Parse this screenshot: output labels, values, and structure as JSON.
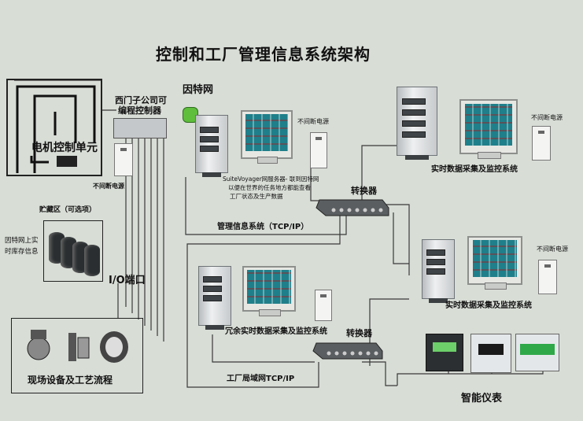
{
  "title": "控制和工厂管理信息系统架构",
  "labels": {
    "motor_unit": "电机控制单元",
    "plc_line1": "西门子公司可",
    "plc_line2": "编程控制器",
    "ups_left": "不间断电源",
    "internet": "因特网",
    "ups_server": "不间断电源",
    "server_desc1": "SuiteVoyager网服务器- 联到因特网",
    "server_desc2": "以便在世界的任务地方都能查看",
    "server_desc3": "工厂状态及生产数据",
    "storage": "贮藏区（可选项）",
    "storage_note1": "因特网上实",
    "storage_note2": "时库存信息",
    "io_port": "I/O端口",
    "field": "现场设备及工艺流程",
    "switch_top": "转换器",
    "mis": "管理信息系统（TCP/IP）",
    "ups_rt1": "不间断电源",
    "rt1": "实时数据采集及监控系统",
    "ups_rt2": "不间断电源",
    "rt2": "实时数据采集及监控系统",
    "redundant": "冗余实时数据采集及监控系统",
    "switch_bottom": "转换器",
    "lan": "工厂局域网TCP/IP",
    "instruments": "智能仪表"
  },
  "colors": {
    "background": "#d8ddd6",
    "screen": "#1f7f8a",
    "wire": "#3a3a3a",
    "internet_icon": "#5fbe3c"
  }
}
